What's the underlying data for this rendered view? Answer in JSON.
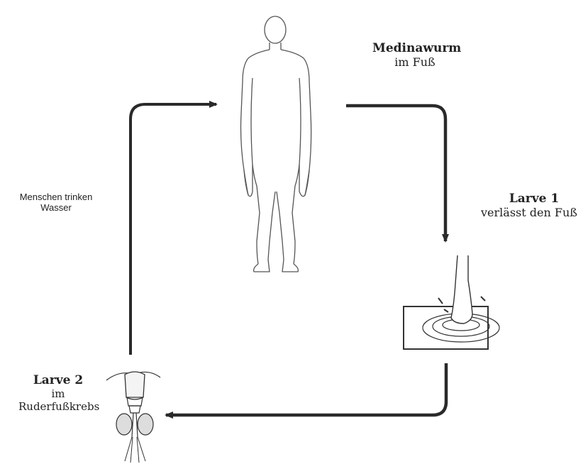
{
  "diagram": {
    "stages": {
      "human": {
        "title": "Medinawurm",
        "subtitle": "im Fuß",
        "icon": "human-figure"
      },
      "larva1": {
        "title": "Larve 1",
        "subtitle": "verlässt den Fuß",
        "icon": "foot-in-water"
      },
      "larva2": {
        "title": "Larve 2",
        "subtitle_line1": "im",
        "subtitle_line2": "Ruderfußkrebs",
        "icon": "copepod"
      }
    },
    "transitions": {
      "water_to_human": {
        "line1": "Menschen trinken",
        "line2": "Wasser"
      }
    },
    "colors": {
      "ink": "#222222",
      "arrow": "#2a2a2a",
      "background": "#ffffff"
    }
  }
}
